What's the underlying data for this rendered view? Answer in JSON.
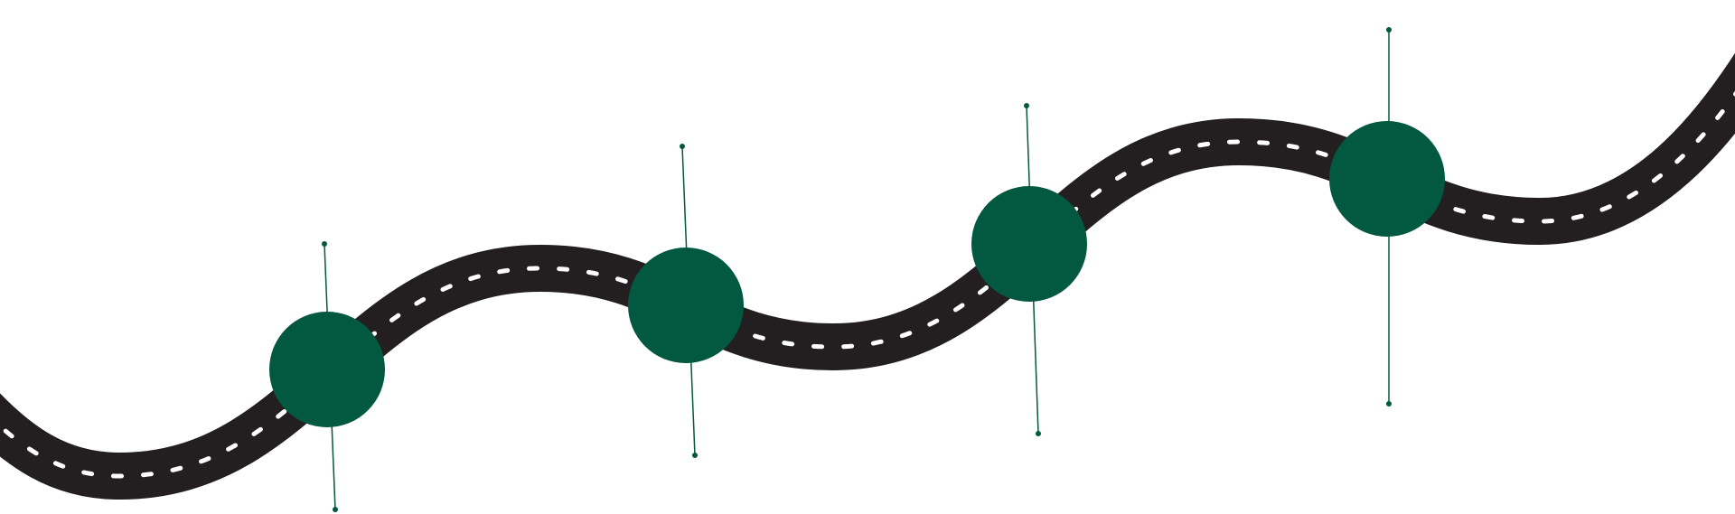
{
  "colors": {
    "road": "#231f20",
    "road_dash": "#ffffff",
    "milestone": "#02593f",
    "background": "#ffffff"
  },
  "icons": {
    "milestone": "filled-circle",
    "pin": "line-with-dot-ends"
  },
  "milestones": [
    {
      "id": 1
    },
    {
      "id": 2
    },
    {
      "id": 3
    },
    {
      "id": 4
    }
  ]
}
